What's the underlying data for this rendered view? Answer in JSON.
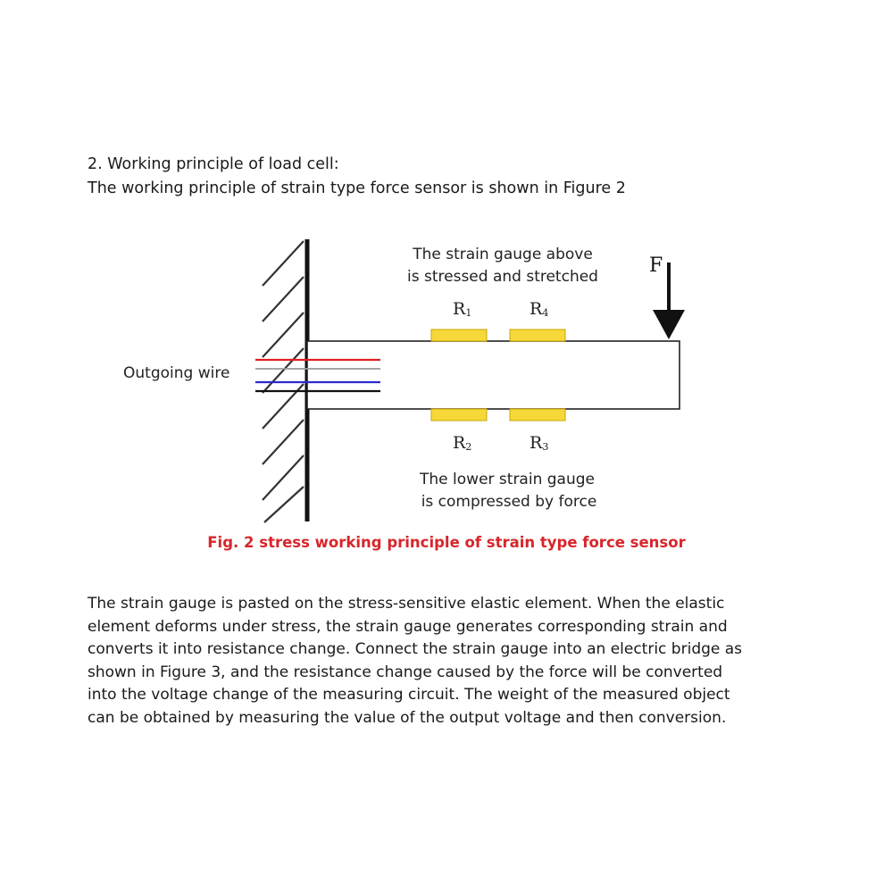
{
  "heading": {
    "line1": "2. Working principle of load cell:",
    "line2": "The working principle of strain type force sensor is shown in Figure 2"
  },
  "diagram": {
    "top_note": [
      "The strain gauge above",
      "is stressed and stretched"
    ],
    "bottom_note": [
      "The lower strain gauge",
      "is compressed by force"
    ],
    "force_label": "F",
    "wire_label": "Outgoing wire",
    "gauges": {
      "r1": {
        "base": "R",
        "sub": "1"
      },
      "r4": {
        "base": "R",
        "sub": "4"
      },
      "r2": {
        "base": "R",
        "sub": "2"
      },
      "r3": {
        "base": "R",
        "sub": "3"
      }
    },
    "colors": {
      "gauge_fill": "#f7d83a",
      "gauge_stroke": "#c9a400",
      "wire_red": "#e02020",
      "wire_gray": "#9a9a9a",
      "wire_blue": "#2a2ad0",
      "wire_black": "#111111",
      "beam_stroke": "#222222"
    }
  },
  "caption": "Fig. 2 stress working principle of strain type force sensor",
  "paragraph": [
    "The strain gauge is pasted on the stress-sensitive elastic element. When the elastic",
    "element deforms under stress, the strain gauge generates corresponding strain and",
    "converts it into resistance change. Connect the strain gauge into an electric bridge as",
    "shown in Figure 3, and the resistance change caused by the force will be converted",
    "into the voltage change of the measuring circuit. The weight of the measured object",
    "can be obtained by measuring the value of the output voltage and then conversion."
  ]
}
